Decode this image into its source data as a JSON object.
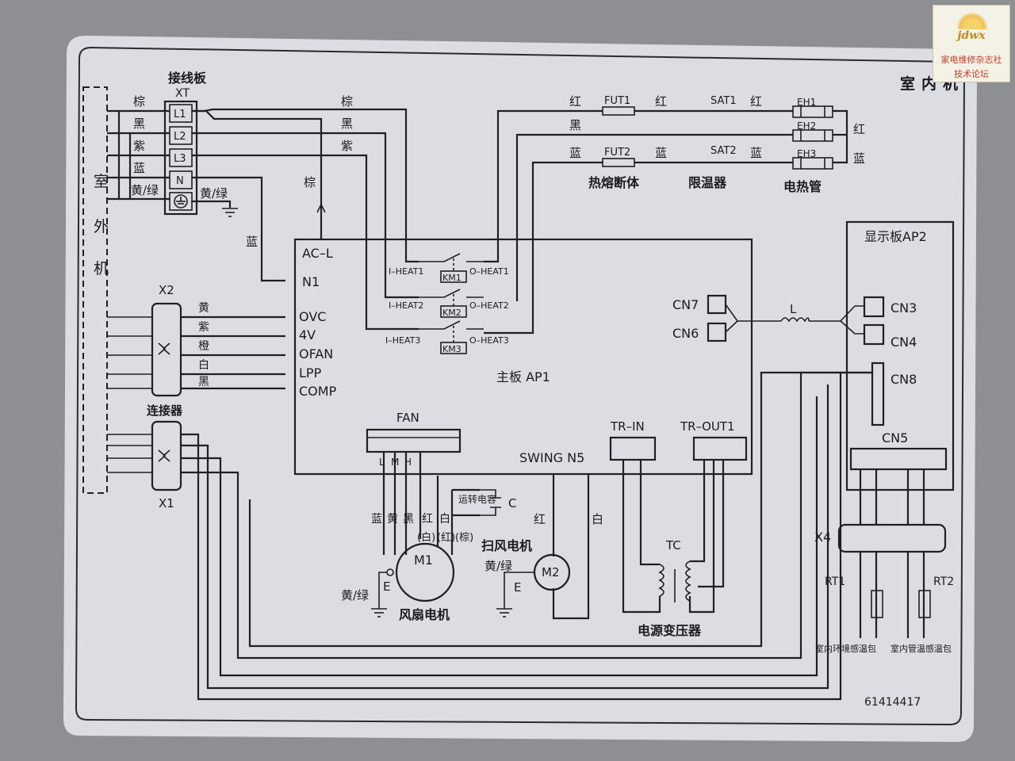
{
  "title": "室内机",
  "terminal_block": {
    "title": "接线板",
    "code": "XT",
    "terminals": [
      "L1",
      "L2",
      "L3",
      "N"
    ],
    "wire_colors": [
      "棕",
      "黑",
      "紫",
      "蓝",
      "黄/绿"
    ],
    "earth_label": "黄/绿"
  },
  "outdoor_unit": [
    "室",
    "外",
    "机"
  ],
  "routing_labels": {
    "brown": "棕",
    "black": "黑",
    "purple": "紫",
    "brown_up": "棕",
    "blue": "蓝"
  },
  "heater": {
    "wire_colors": {
      "red": "红",
      "black": "黑",
      "blue": "蓝"
    },
    "fuses": [
      "FUT1",
      "FUT2"
    ],
    "thermostats": [
      "SAT1",
      "SAT2"
    ],
    "heaters": [
      "EH1",
      "EH2",
      "EH3"
    ],
    "captions": [
      "热熔断体",
      "限温器",
      "电热管"
    ],
    "right_labels": [
      "红",
      "蓝"
    ]
  },
  "main_board": {
    "label": "主板  AP1",
    "pins_left": [
      "AC–L",
      "N1",
      "OVC",
      "4V",
      "OFAN",
      "LPP",
      "COMP"
    ],
    "relays": [
      {
        "in": "I–HEAT1",
        "km": "KM1",
        "out": "O–HEAT1"
      },
      {
        "in": "I–HEAT2",
        "km": "KM2",
        "out": "O–HEAT2"
      },
      {
        "in": "I–HEAT3",
        "km": "KM3",
        "out": "O–HEAT3"
      }
    ],
    "fan_connector": "FAN",
    "fan_pins": [
      "L",
      "M",
      "H"
    ],
    "swing": "SWING  N5",
    "tr_in": "TR–IN",
    "tr_out": "TR–OUT1",
    "cn_left": [
      "CN7",
      "CN6"
    ]
  },
  "connectors": {
    "x2": "X2",
    "x1": "X1",
    "x2_caption": "连接器",
    "x2_wire_colors": [
      "黄",
      "紫",
      "橙",
      "白",
      "黑"
    ]
  },
  "display_board": {
    "label": "显示板AP2",
    "connectors": [
      "CN3",
      "CN4",
      "CN8",
      "CN5"
    ],
    "x4": "X4",
    "sensors": [
      "RT1",
      "RT2"
    ],
    "sensor_captions": [
      "室内环境感温包",
      "室内管温感温包"
    ]
  },
  "inductor": "L",
  "fan_motor": {
    "code": "M1",
    "caption": "风扇电机",
    "wire_colors": [
      "蓝",
      "黄",
      "黑",
      "红",
      "(白)",
      "白",
      "(红)",
      "(棕)"
    ],
    "earth_label": "黄/绿",
    "capacitor_label": "运转电容",
    "capacitor": "C"
  },
  "swing_motor": {
    "code": "M2",
    "caption": "扫风电机",
    "earth_label": "黄/绿",
    "wire_colors": [
      "红",
      "白"
    ]
  },
  "transformer": {
    "code": "TC",
    "caption": "电源变压器"
  },
  "earth_letter": "E",
  "part_number": "61414417",
  "watermark": {
    "name": "jdwx",
    "line1": "家电维修杂志社",
    "line2": "技术论坛"
  }
}
